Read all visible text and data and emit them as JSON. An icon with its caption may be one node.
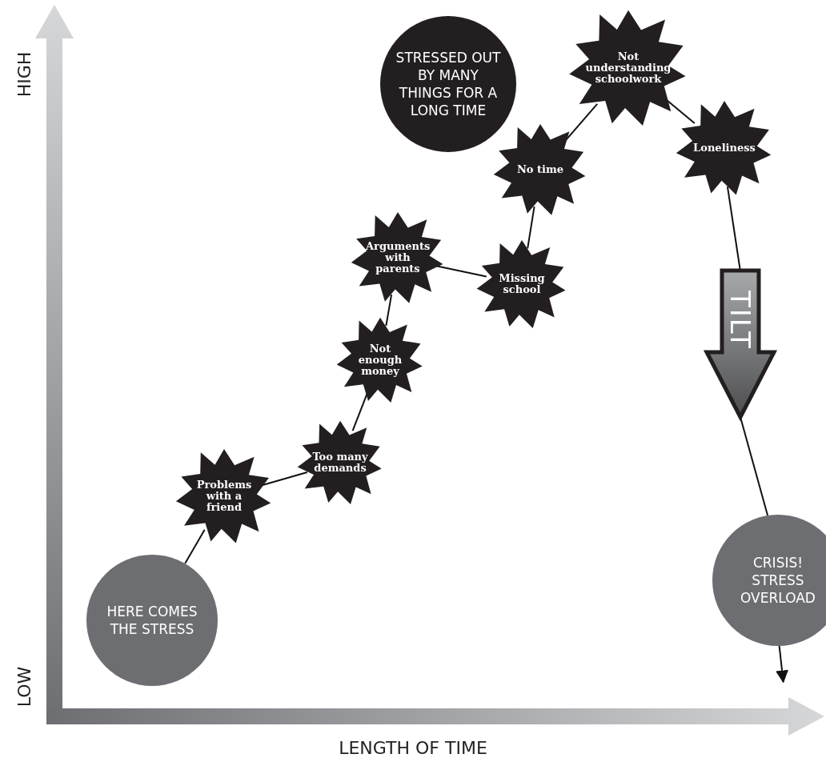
{
  "diagram": {
    "nodes": [
      {
        "text": [
          "HERE COMES THE STRESS"
        ]
      },
      {
        "text": [
          "Problems with a friend"
        ]
      },
      {
        "text": [
          "Too many demands"
        ]
      },
      {
        "text": [
          "Not enough money"
        ]
      },
      {
        "text": [
          "Arguments with parents"
        ]
      },
      {
        "text": [
          "Missing school"
        ]
      },
      {
        "text": [
          "No time"
        ]
      },
      {
        "text": [
          "Not understanding schoolwork"
        ]
      },
      {
        "text": [
          "Loneliness"
        ]
      },
      {
        "text": [
          "TILT"
        ]
      },
      {
        "text": [
          "CRISIS! STRESS OVERLOAD"
        ]
      },
      {
        "text": [
          "STRESSED OUT BY MANY THINGS FOR A LONG TIME"
        ]
      }
    ],
    "edges": [
      {
        "from": 0,
        "to": 1,
        "arrow": "none"
      },
      {
        "from": 1,
        "to": 2,
        "arrow": "none"
      },
      {
        "from": 2,
        "to": 3,
        "arrow": "none"
      },
      {
        "from": 3,
        "to": 4,
        "arrow": "none"
      },
      {
        "from": 4,
        "to": 5,
        "arrow": "none"
      },
      {
        "from": 5,
        "to": 6,
        "arrow": "none"
      },
      {
        "from": 6,
        "to": 7,
        "arrow": "none"
      },
      {
        "from": 7,
        "to": 8,
        "arrow": "none"
      },
      {
        "from": 8,
        "to": 9,
        "arrow": "none"
      },
      {
        "from": 9,
        "to": 10,
        "arrow": "none"
      },
      {
        "from": 10,
        "to": null,
        "arrow": "to"
      }
    ],
    "labels": [
      "HIGH",
      "LOW",
      "LENGTH OF TIME"
    ]
  }
}
